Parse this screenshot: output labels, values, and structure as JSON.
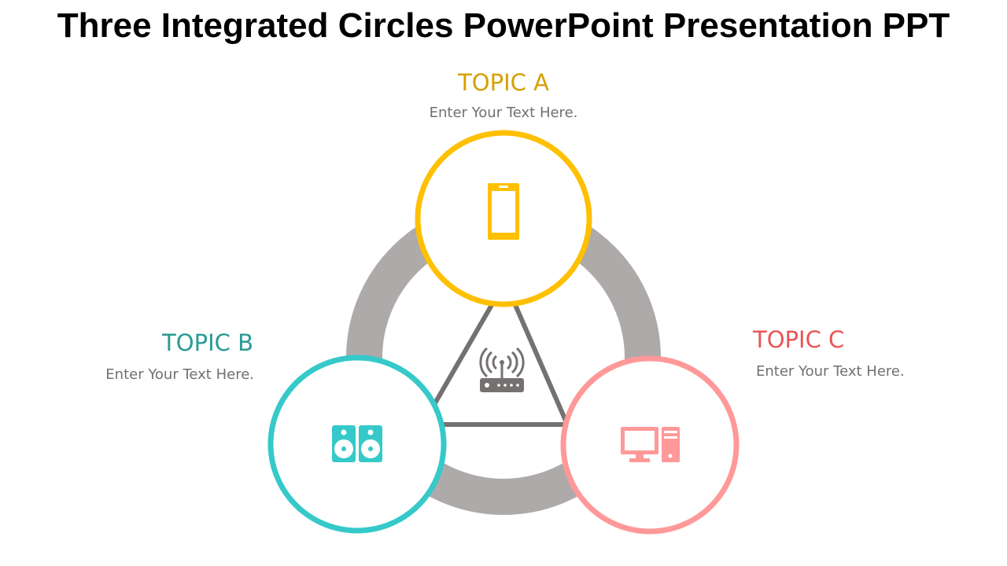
{
  "title": "Three Integrated Circles PowerPoint Presentation PPT",
  "topics": [
    {
      "label": "TOPIC A",
      "text": "Enter Your Text Here.",
      "color": "#FFC000",
      "label_color": "#D4A000",
      "icon": "smartphone-icon"
    },
    {
      "label": "TOPIC B",
      "text": "Enter Your Text Here.",
      "color": "#36C9C9",
      "label_color": "#2A9A93",
      "icon": "speakers-icon"
    },
    {
      "label": "TOPIC C",
      "text": "Enter Your Text Here.",
      "color": "#FF9999",
      "label_color": "#E85555",
      "icon": "desktop-computer-icon"
    }
  ],
  "center_icon": "wifi-router-icon",
  "colors": {
    "ring": "#AEAAAA",
    "triangle": "#767171"
  }
}
